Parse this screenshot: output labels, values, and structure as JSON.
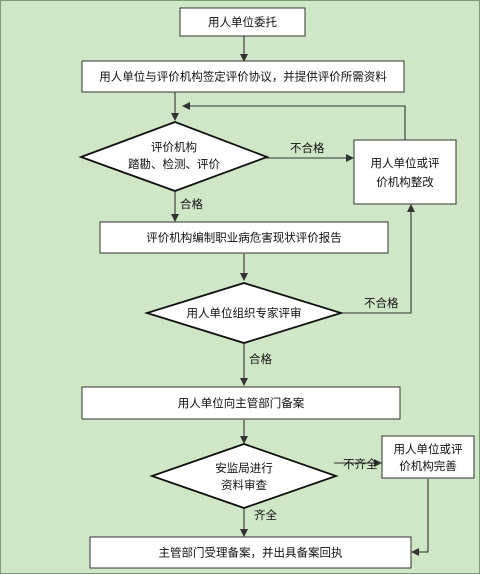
{
  "boxes": {
    "entrust": "用人单位委托",
    "agreement": "用人单位与评价机构签定评价协议，并提供评价所需资料",
    "rectify_line1": "用人单位或评",
    "rectify_line2": "价机构整改",
    "report": "评价机构编制职业病危害现状评价报告",
    "filing": "用人单位向主管部门备案",
    "complete_line1": "用人单位或评",
    "complete_line2": "价机构完善",
    "final": "主管部门受理备案，并出具备案回执"
  },
  "decisions": {
    "survey_line1": "评价机构",
    "survey_line2": "踏勘、检测、评价",
    "expert_review": "用人单位组织专家评审",
    "safety_line1": "安监局进行",
    "safety_line2": "资料审查"
  },
  "labels": {
    "fail1": "不合格",
    "pass1": "合格",
    "fail2": "不合格",
    "pass2": "合格",
    "incomplete": "不齐全",
    "complete": "齐全"
  }
}
